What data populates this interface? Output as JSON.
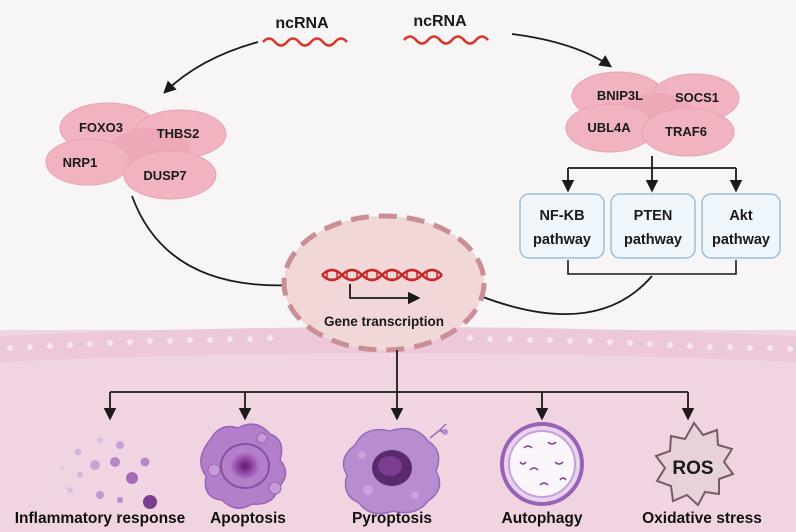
{
  "ncrna_left": "ncRNA",
  "ncrna_right": "ncRNA",
  "left_proteins": [
    "FOXO3",
    "THBS2",
    "NRP1",
    "DUSP7"
  ],
  "right_proteins": [
    "BNIP3L",
    "SOCS1",
    "UBL4A",
    "TRAF6"
  ],
  "pathways": [
    {
      "line1": "NF-KB",
      "line2": "pathway"
    },
    {
      "line1": "PTEN",
      "line2": "pathway"
    },
    {
      "line1": "Akt",
      "line2": "pathway"
    }
  ],
  "nucleus_label": "Gene transcription",
  "outcomes": [
    "Inflammatory response",
    "Apoptosis",
    "Pyroptosis",
    "Autophagy",
    "Oxidative stress"
  ],
  "ros_label": "ROS",
  "colors": {
    "protein": "#f2b3c0",
    "protein_stroke": "#e4a0b0",
    "pathway_fill": "#eef5fb",
    "pathway_stroke": "#9ebfd8",
    "nucleus": "#f1d6d6",
    "nucleus_dash": "#c99598",
    "membrane_band": "#f2d8e4",
    "lower_bg": "#f0d3e2",
    "rna": "#d9352b",
    "cell_purple": "#a866c0"
  }
}
